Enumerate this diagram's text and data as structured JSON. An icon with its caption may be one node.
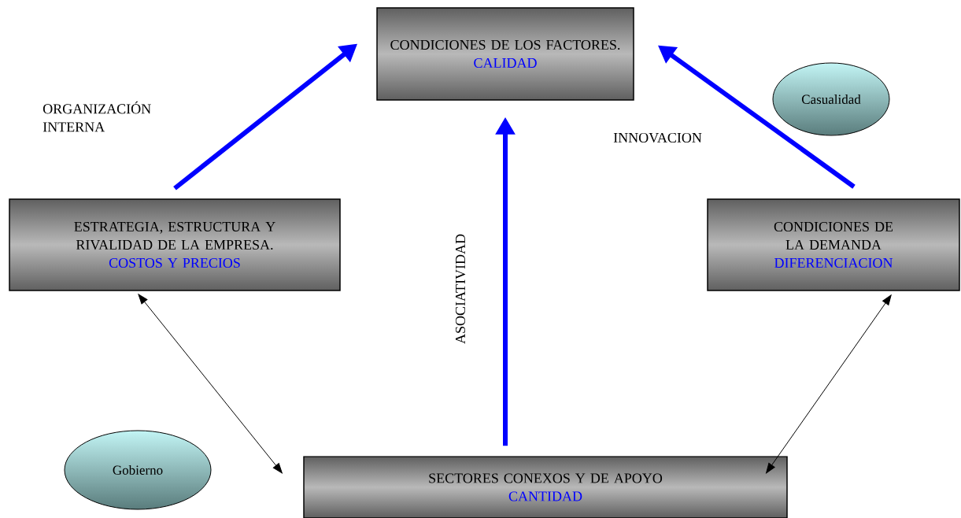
{
  "diagram": {
    "nodes": [
      {
        "text": [
          "CONDICIONES DE LOS FACTORES.",
          "CALIDAD"
        ]
      },
      {
        "text": [
          "Casualidad"
        ]
      },
      {
        "text": [
          "ESTRATEGIA, ESTRUCTURA Y RIVALIDAD DE LA EMPRESA.",
          "COSTOS Y PRECIOS"
        ]
      },
      {
        "text": [
          "CONDICIONES DE LA DEMANDA",
          "DIFERENCIACION"
        ]
      },
      {
        "text": [
          "Gobierno"
        ]
      },
      {
        "text": [
          "SECTORES CONEXOS Y DE APOYO",
          "CANTIDAD"
        ]
      }
    ],
    "edges": [
      {
        "from": 2,
        "to": 0,
        "arrow": "to",
        "label": "ORGANIZACIÓN INTERNA"
      },
      {
        "from": 3,
        "to": 0,
        "arrow": "to",
        "label": "INNOVACION"
      },
      {
        "from": 5,
        "to": 0,
        "arrow": "to",
        "label": "ASOCIATIVIDAD"
      },
      {
        "from": 2,
        "to": 5,
        "arrow": "both",
        "color": "#000000"
      },
      {
        "from": 3,
        "to": 5,
        "arrow": "both",
        "color": "#000000"
      }
    ]
  }
}
